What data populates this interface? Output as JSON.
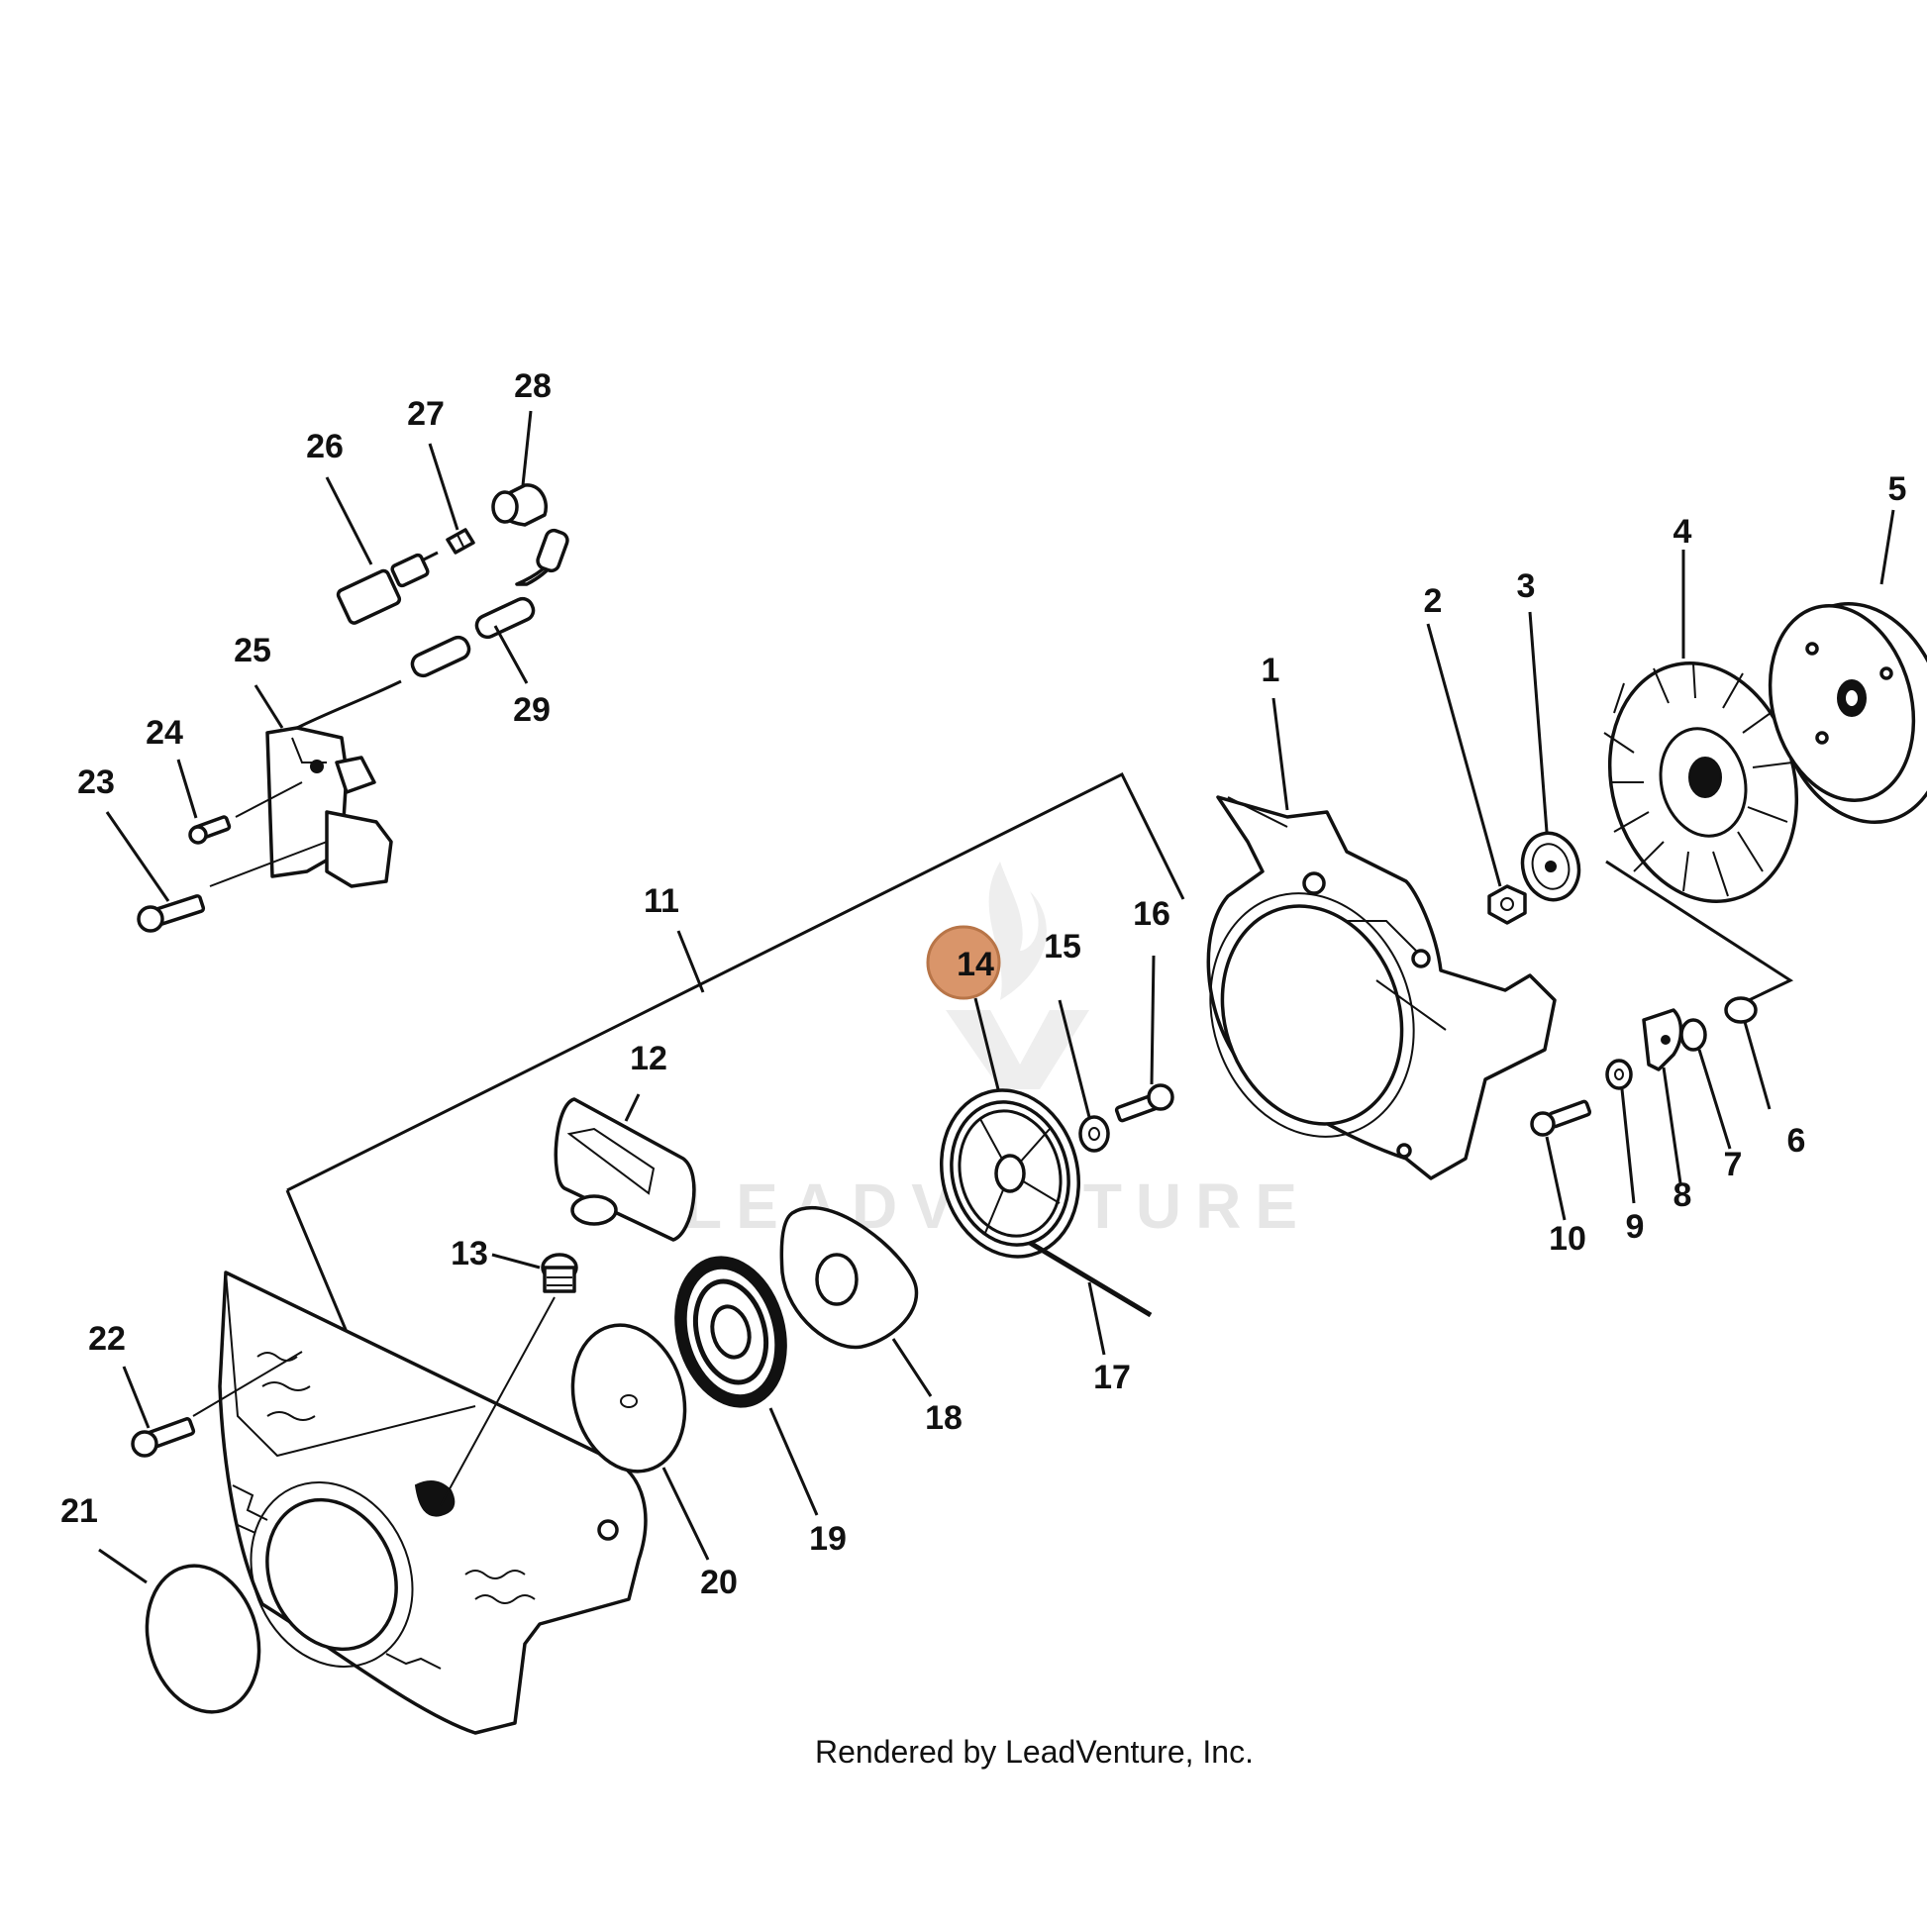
{
  "diagram": {
    "callouts": [
      "1",
      "2",
      "3",
      "4",
      "5",
      "6",
      "7",
      "8",
      "9",
      "10",
      "11",
      "12",
      "13",
      "14",
      "15",
      "16",
      "17",
      "18",
      "19",
      "20",
      "21",
      "22",
      "23",
      "24",
      "25",
      "26",
      "27",
      "28",
      "29"
    ],
    "highlighted_callout": "14",
    "highlight_color": "#d9956a",
    "watermark_text": "LEADVENTURE",
    "credit": "Rendered by LeadVenture, Inc."
  }
}
